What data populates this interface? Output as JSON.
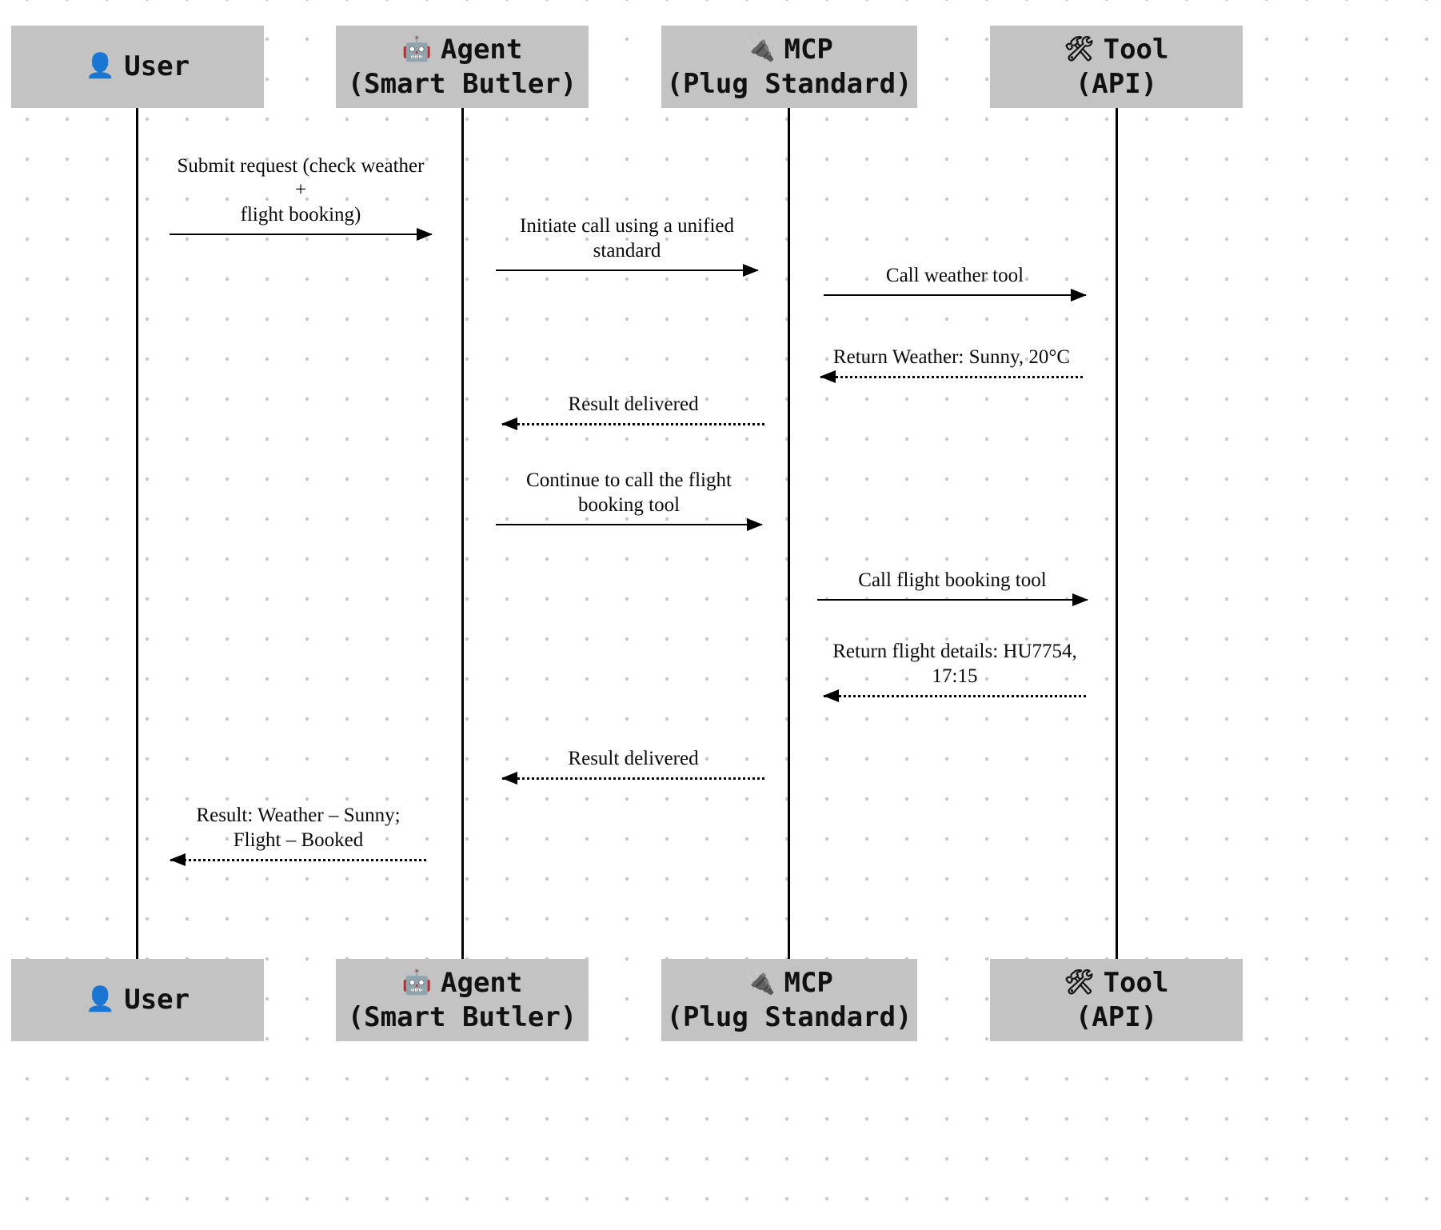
{
  "diagram": {
    "type": "sequence-diagram",
    "background": "#ffffff",
    "dot_grid_color": "#c9c9c9",
    "box_fill": "#c3c3c3",
    "line_color": "#000000"
  },
  "participants": [
    {
      "id": "user",
      "icon": "bust-in-silhouette-icon",
      "emoji": "👤",
      "name": "User",
      "subtitle": ""
    },
    {
      "id": "agent",
      "icon": "robot-icon",
      "emoji": "🤖",
      "name": "Agent",
      "subtitle": "(Smart Butler)"
    },
    {
      "id": "mcp",
      "icon": "electric-plug-icon",
      "emoji": "🔌",
      "name": "MCP",
      "subtitle": "(Plug Standard)"
    },
    {
      "id": "tool",
      "icon": "hammer-and-wrench-icon",
      "emoji": "🛠",
      "name": "Tool",
      "subtitle": "(API)"
    }
  ],
  "messages": [
    {
      "id": "m1",
      "from": "user",
      "to": "agent",
      "label": "Submit request (check weather +\nflight booking)",
      "style": "solid",
      "direction": "right"
    },
    {
      "id": "m2",
      "from": "agent",
      "to": "mcp",
      "label": "Initiate call using a unified standard",
      "style": "solid",
      "direction": "right"
    },
    {
      "id": "m3",
      "from": "mcp",
      "to": "tool",
      "label": "Call weather tool",
      "style": "solid",
      "direction": "right"
    },
    {
      "id": "m4",
      "from": "tool",
      "to": "mcp",
      "label": "Return Weather: Sunny, 20°C",
      "style": "dotted",
      "direction": "left"
    },
    {
      "id": "m5",
      "from": "mcp",
      "to": "agent",
      "label": "Result delivered",
      "style": "dotted",
      "direction": "left"
    },
    {
      "id": "m6",
      "from": "agent",
      "to": "mcp",
      "label": "Continue to call the flight booking tool",
      "style": "solid",
      "direction": "right"
    },
    {
      "id": "m7",
      "from": "mcp",
      "to": "tool",
      "label": "Call flight booking tool",
      "style": "solid",
      "direction": "right"
    },
    {
      "id": "m8",
      "from": "tool",
      "to": "mcp",
      "label": "Return flight details: HU7754, 17:15",
      "style": "dotted",
      "direction": "left"
    },
    {
      "id": "m9",
      "from": "mcp",
      "to": "agent",
      "label": "Result delivered",
      "style": "dotted",
      "direction": "left"
    },
    {
      "id": "m10",
      "from": "agent",
      "to": "user",
      "label": "Result: Weather – Sunny; Flight – Booked",
      "style": "dotted",
      "direction": "left"
    }
  ]
}
